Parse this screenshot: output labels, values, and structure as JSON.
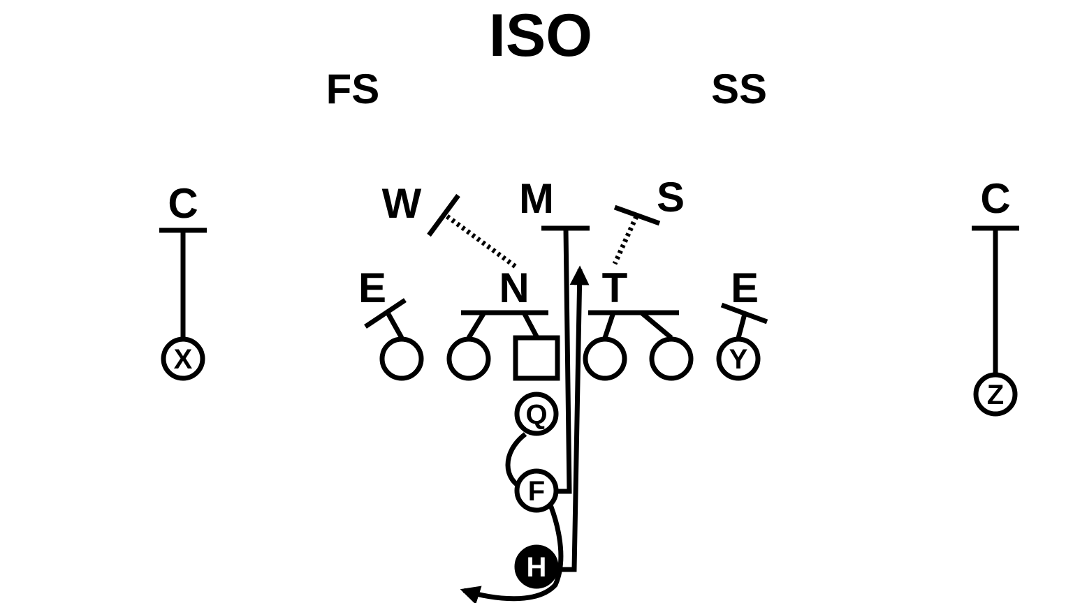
{
  "title": "ISO",
  "colors": {
    "ink": "#000000",
    "background": "#ffffff"
  },
  "defense": {
    "free_safety": "FS",
    "strong_safety": "SS",
    "left_corner": "C",
    "right_corner": "C",
    "will": "W",
    "mike": "M",
    "sam": "S",
    "left_end": "E",
    "nose": "N",
    "tackle": "T",
    "right_end": "E"
  },
  "offense": {
    "x_receiver": "X",
    "y_tight_end": "Y",
    "z_receiver": "Z",
    "quarterback": "Q",
    "fullback": "F",
    "halfback": "H"
  }
}
